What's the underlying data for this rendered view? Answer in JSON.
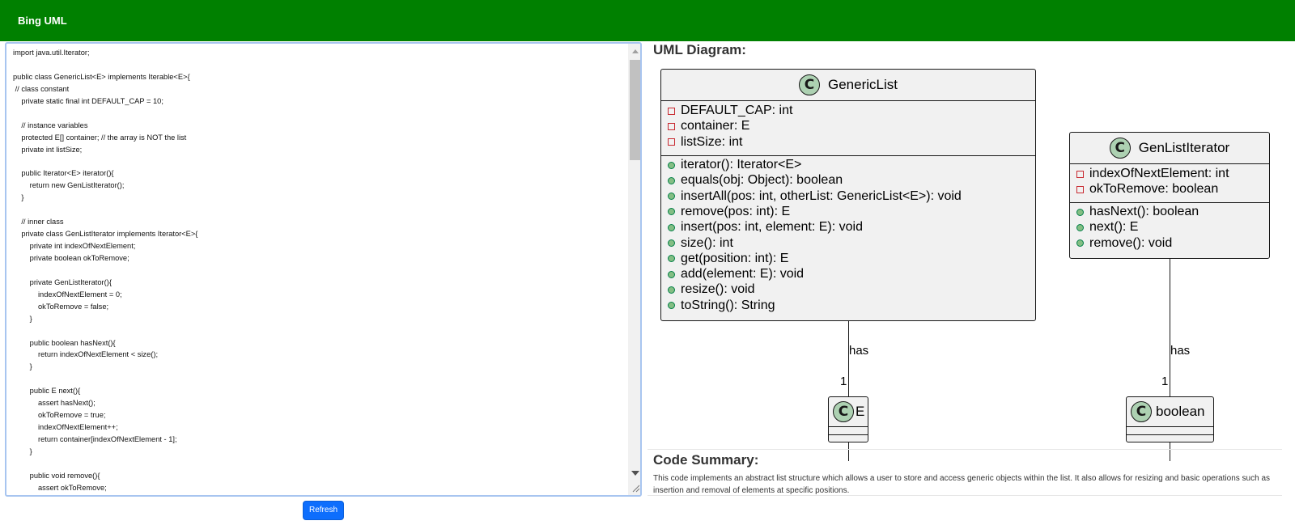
{
  "app": {
    "brand": "Bing UML"
  },
  "editor": {
    "lines": [
      "import java.util.Iterator;",
      "",
      "public class GenericList<E> implements Iterable<E>{",
      " // class constant",
      "    private static final int DEFAULT_CAP = 10;",
      "",
      "    // instance variables",
      "    protected E[] container; // the array is NOT the list",
      "    private int listSize;",
      "",
      "    public Iterator<E> iterator(){",
      "        return new GenListIterator();",
      "    }",
      "",
      "    // inner class",
      "    private class GenListIterator implements Iterator<E>{",
      "        private int indexOfNextElement;",
      "        private boolean okToRemove;",
      "",
      "        private GenListIterator(){",
      "            indexOfNextElement = 0;",
      "            okToRemove = false;",
      "        }",
      "",
      "        public boolean hasNext(){",
      "            return indexOfNextElement < size();",
      "        }",
      "",
      "        public E next(){",
      "            assert hasNext();",
      "            okToRemove = true;",
      "            indexOfNextElement++;",
      "            return container[indexOfNextElement - 1];",
      "        }",
      "",
      "        public void remove(){",
      "            assert okToRemove;"
    ],
    "refresh_label": "Refresh"
  },
  "uml": {
    "heading": "UML Diagram:",
    "badge": "C",
    "generic_list": {
      "name": "GenericList",
      "fields": [
        "DEFAULT_CAP: int",
        "container: E",
        "listSize: int"
      ],
      "methods": [
        "iterator(): Iterator<E>",
        "equals(obj: Object): boolean",
        "insertAll(pos: int, otherList: GenericList<E>): void",
        "remove(pos: int): E",
        "insert(pos: int, element: E): void",
        "size(): int",
        "get(position: int): E",
        "add(element: E): void",
        "resize(): void",
        "toString(): String"
      ]
    },
    "gen_list_iterator": {
      "name": "GenListIterator",
      "fields": [
        "indexOfNextElement: int",
        "okToRemove: boolean"
      ],
      "methods": [
        "hasNext(): boolean",
        "next(): E",
        "remove(): void"
      ]
    },
    "class_e": {
      "name": "E"
    },
    "class_boolean": {
      "name": "boolean"
    },
    "edge_left": {
      "label": "has",
      "multiplicity": "1"
    },
    "edge_right": {
      "label": "has",
      "multiplicity": "1"
    }
  },
  "summary": {
    "heading": "Code Summary:",
    "text": "This code implements an abstract list structure which allows a user to store and access generic objects within the list. It also allows for resizing and basic operations such as insertion and removal of elements at specific positions."
  },
  "colors": {
    "navbar": "#008000",
    "button": "#0d6efd",
    "class_badge": "#add1b2",
    "field_marker": "#c82930",
    "method_marker": "#84be84"
  }
}
